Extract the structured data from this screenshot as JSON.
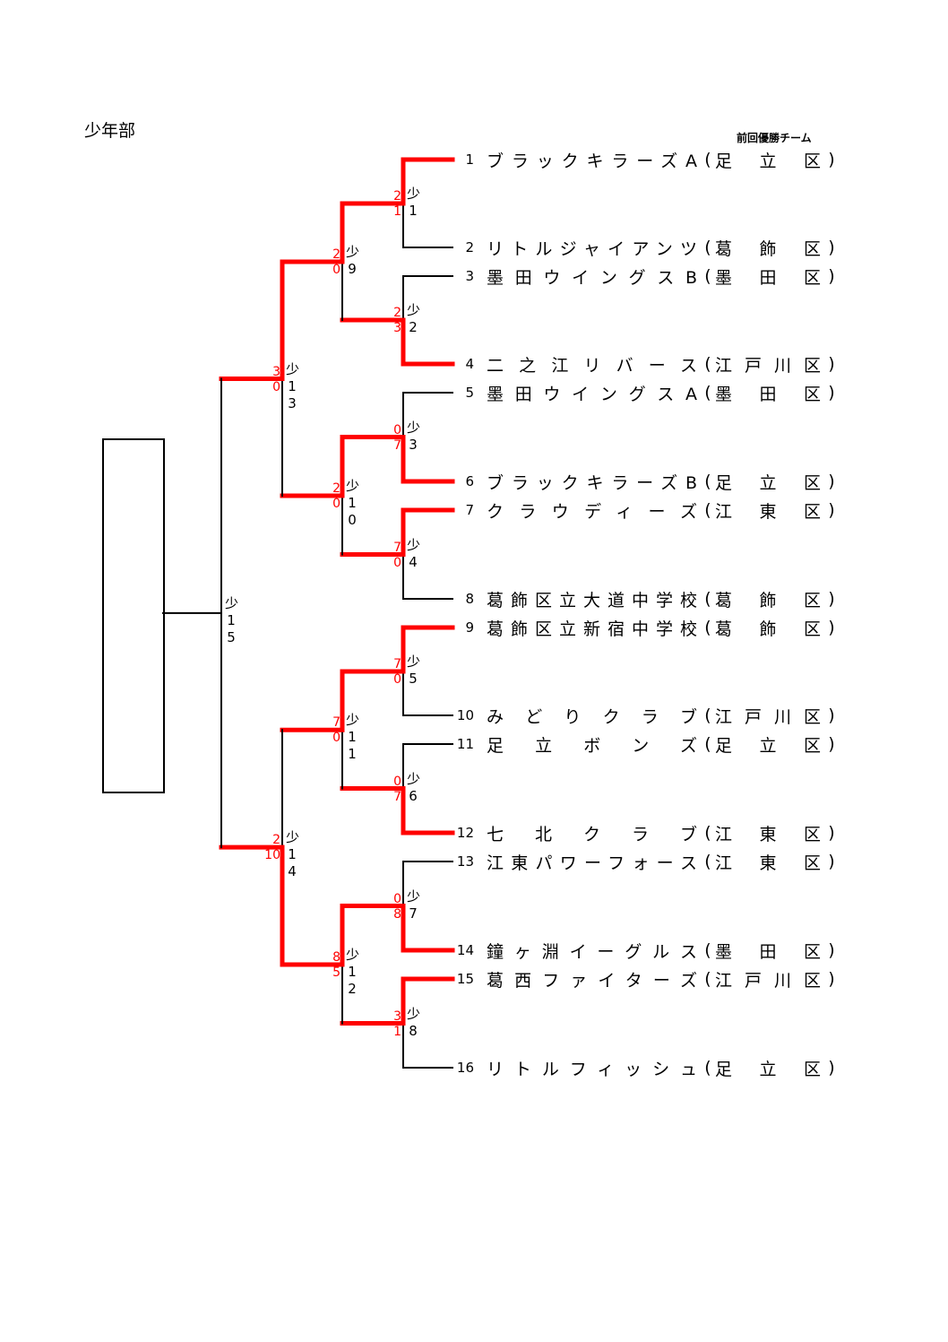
{
  "title": "少年部",
  "prev_champion_label": "前回優勝チーム",
  "colors": {
    "winner_line": "#ff0000",
    "line": "#000000",
    "score": "#ff0000"
  },
  "match_prefix": "少",
  "teams": [
    {
      "no": "1",
      "name": "ブラックキラーズA",
      "district": "足立区"
    },
    {
      "no": "2",
      "name": "リトルジャイアンツ",
      "district": "葛飾区"
    },
    {
      "no": "3",
      "name": "墨田ウイングスB",
      "district": "墨田区"
    },
    {
      "no": "4",
      "name": "二之江リバース",
      "district": "江戸川区"
    },
    {
      "no": "5",
      "name": "墨田ウイングスA",
      "district": "墨田区"
    },
    {
      "no": "6",
      "name": "ブラックキラーズB",
      "district": "足立区"
    },
    {
      "no": "7",
      "name": "クラウディーズ",
      "district": "江東区"
    },
    {
      "no": "8",
      "name": "葛飾区立大道中学校",
      "district": "葛飾区"
    },
    {
      "no": "9",
      "name": "葛飾区立新宿中学校",
      "district": "葛飾区"
    },
    {
      "no": "10",
      "name": "みどりクラブ",
      "district": "江戸川区"
    },
    {
      "no": "11",
      "name": "足立ボンズ",
      "district": "足立区"
    },
    {
      "no": "12",
      "name": "七北クラブ",
      "district": "江東区"
    },
    {
      "no": "13",
      "name": "江東パワーフォース",
      "district": "江東区"
    },
    {
      "no": "14",
      "name": "鐘ヶ淵イーグルス",
      "district": "墨田区"
    },
    {
      "no": "15",
      "name": "葛西ファイターズ",
      "district": "江戸川区"
    },
    {
      "no": "16",
      "name": "リトルフィッシュ",
      "district": "足立区"
    }
  ],
  "matches": [
    {
      "no": "1",
      "top": "2",
      "bottom": "1",
      "winner": "top"
    },
    {
      "no": "2",
      "top": "2",
      "bottom": "3",
      "winner": "bottom"
    },
    {
      "no": "3",
      "top": "0",
      "bottom": "7",
      "winner": "bottom"
    },
    {
      "no": "4",
      "top": "7",
      "bottom": "0",
      "winner": "top"
    },
    {
      "no": "5",
      "top": "7",
      "bottom": "0",
      "winner": "top"
    },
    {
      "no": "6",
      "top": "0",
      "bottom": "7",
      "winner": "bottom"
    },
    {
      "no": "7",
      "top": "0",
      "bottom": "8",
      "winner": "bottom"
    },
    {
      "no": "8",
      "top": "3",
      "bottom": "1",
      "winner": "top"
    },
    {
      "no": "9",
      "top": "2",
      "bottom": "0",
      "winner": "top"
    },
    {
      "no": "10",
      "top": "2",
      "bottom": "0",
      "winner": "top"
    },
    {
      "no": "11",
      "top": "7",
      "bottom": "0",
      "winner": "top"
    },
    {
      "no": "12",
      "top": "8",
      "bottom": "5",
      "winner": "top"
    },
    {
      "no": "13",
      "top": "3",
      "bottom": "0",
      "winner": "top"
    },
    {
      "no": "14",
      "top": "2",
      "bottom": "10",
      "winner": "bottom"
    },
    {
      "no": "15",
      "top": "",
      "bottom": "",
      "winner": ""
    }
  ]
}
